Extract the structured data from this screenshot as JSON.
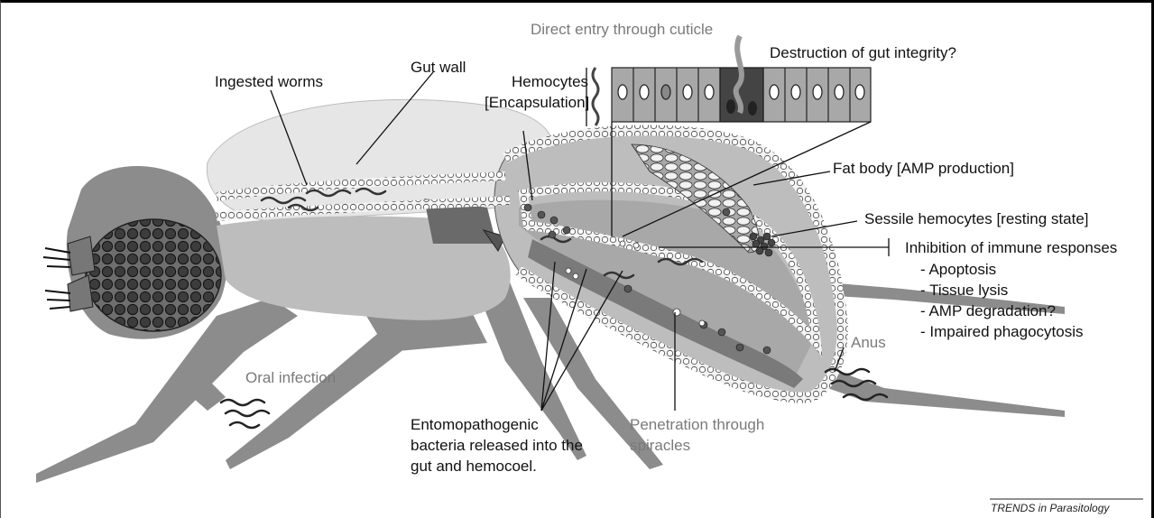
{
  "labels": {
    "gut_wall": "Gut wall",
    "ingested_worms": "Ingested worms",
    "direct_entry": "Direct entry through cuticle",
    "destruction": "Destruction of gut integrity?",
    "hemocytes_1": "Hemocytes",
    "hemocytes_2": "[Encapsulation]",
    "fat_body": "Fat body [AMP production]",
    "sessile": "Sessile hemocytes [resting state]",
    "inhibition": "Inhibition of immune responses",
    "inhibition_items": [
      "- Apoptosis",
      "- Tissue lysis",
      "- AMP degradation?",
      "- Impaired phagocytosis"
    ],
    "anus": "Anus",
    "oral_infection": "Oral infection",
    "bacteria": [
      "Entomopathogenic",
      "bacteria released into the",
      "gut and hemocoel."
    ],
    "penetration": [
      "Penetration through",
      "spiracles"
    ],
    "source": "TRENDS in Parasitology"
  },
  "colors": {
    "body_gray": "#8c8c8c",
    "light_gray": "#e6e6e6",
    "mid_gray": "#bdbdbd",
    "dark_gray": "#555555",
    "label_gray": "#7a7a7a"
  }
}
